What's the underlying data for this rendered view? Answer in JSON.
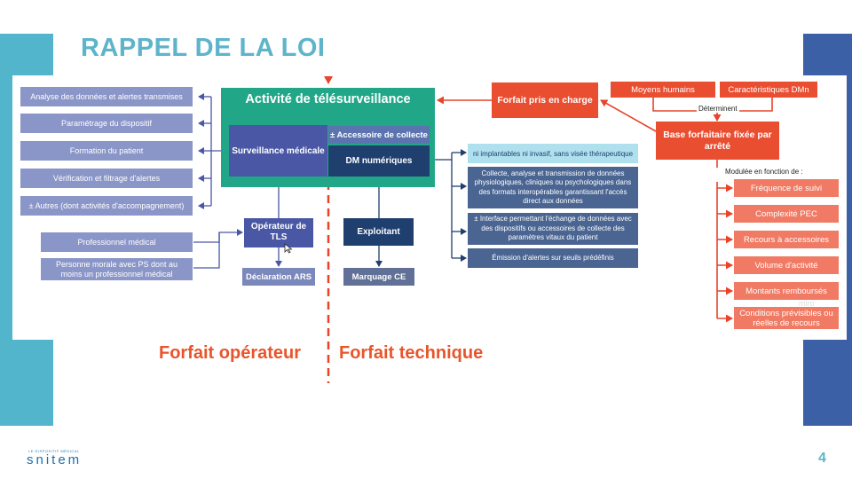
{
  "title": "RAPPEL DE LA LOI",
  "left_column": [
    "Analyse des données et alertes transmises",
    "Paramétrage du dispositif",
    "Formation du patient",
    "Vérification et filtrage d'alertes",
    "± Autres (dont activités d'accompagnement)"
  ],
  "professionals": [
    "Professionnel médical",
    "Personne morale avec PS dont au moins un professionnel médical"
  ],
  "activity": {
    "title": "Activité de télésurveillance",
    "surveillance": "Surveillance médicale",
    "accessoire": "± Accessoire de collecte",
    "dm": "DM numériques"
  },
  "operator": {
    "operateur": "Opérateur de TLS",
    "declaration": "Déclaration ARS",
    "exploitant": "Exploitant",
    "marquage": "Marquage CE"
  },
  "dm_details": {
    "implantables": "ni implantables ni invasif, sans visée thérapeutique",
    "collecte": "Collecte, analyse et transmission de données physiologiques, cliniques ou psychologiques dans des formats interopérables garantissant l'accès direct aux données",
    "interface": "± Interface permettant l'échange de données avec des dispositifs ou accessoires de collecte des paramètres vitaux du patient",
    "emission": "Émission d'alertes sur seuils prédéfinis"
  },
  "forfait": {
    "prise_en_charge": "Forfait pris en charge",
    "moyens": "Moyens humains",
    "caracteristiques": "Caractéristiques DMn",
    "determinent": "Déterminent",
    "base": "Base forfaitaire fixée par arrêté",
    "modulee": "Modulée en fonction de :"
  },
  "modulators": [
    "Fréquence de suivi",
    "Complexité PEC",
    "Recours à accessoires",
    "Volume d'activité",
    "Montants remboursés",
    "Conditions prévisibles ou réelles de recours"
  ],
  "bottom": {
    "operateur": "Forfait opérateur",
    "technique": "Forfait technique"
  },
  "footer": {
    "page": "4",
    "logo_small": "LE DISPOSITIF MÉDICAL",
    "logo": "snitem",
    "watermark": "miro"
  },
  "colors": {
    "teal": "#52b5cb",
    "green": "#21a788",
    "navy": "#1f3f6e",
    "purple": "#4957a5",
    "red": "#ea4e31",
    "salmon": "#f07a63"
  }
}
